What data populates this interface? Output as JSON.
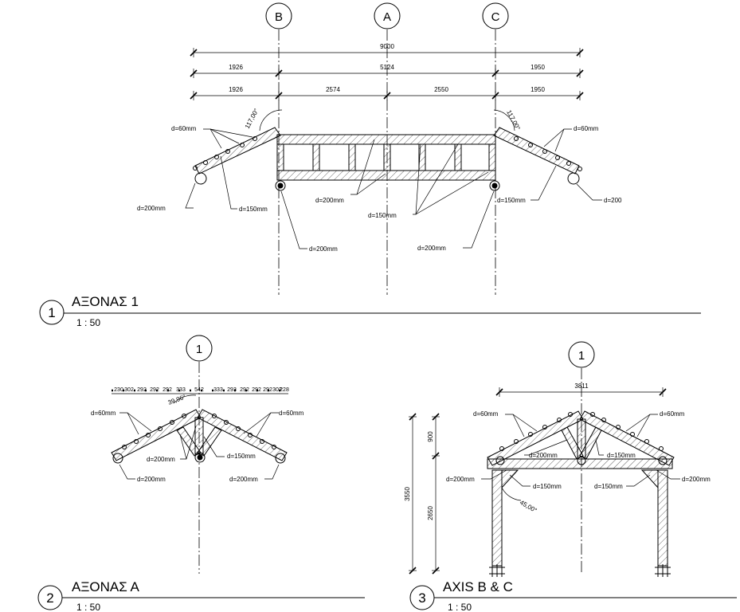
{
  "axes": {
    "b": "B",
    "a": "A",
    "c": "C",
    "one": "1"
  },
  "dims1": {
    "total": "9000",
    "row2": [
      "1926",
      "5124",
      "1950"
    ],
    "row3": [
      "1926",
      "2574",
      "2550",
      "1950"
    ],
    "angle": "117,00°"
  },
  "labels1": {
    "d60": "d=60mm",
    "d150": "d=150mm",
    "d200": "d=200mm",
    "d200_short": "d=200"
  },
  "view1": {
    "number": "1",
    "title": "ΑΞΟΝΑΣ 1",
    "scale": "1 : 50"
  },
  "dims2": {
    "chain": [
      "230",
      "302",
      "292",
      "292",
      "292",
      "333",
      "542",
      "333",
      "293",
      "292",
      "292",
      "292",
      "302",
      "228"
    ],
    "angle": "39,96°"
  },
  "labels2": {
    "d60": "d=60mm",
    "d150": "d=150mm",
    "d200": "d=200mm"
  },
  "view2": {
    "number": "2",
    "title": "ΑΞΟΝΑΣ Α",
    "scale": "1 : 50"
  },
  "dims3": {
    "width": "3811",
    "total_h": "3550",
    "upper_h": "900",
    "lower_h": "2650",
    "angle": "45,00°"
  },
  "labels3": {
    "d60": "d=60mm",
    "d150": "d=150mm",
    "d200": "d=200mm"
  },
  "view3": {
    "number": "3",
    "title": "AXIS B & C",
    "scale": "1 : 50"
  }
}
